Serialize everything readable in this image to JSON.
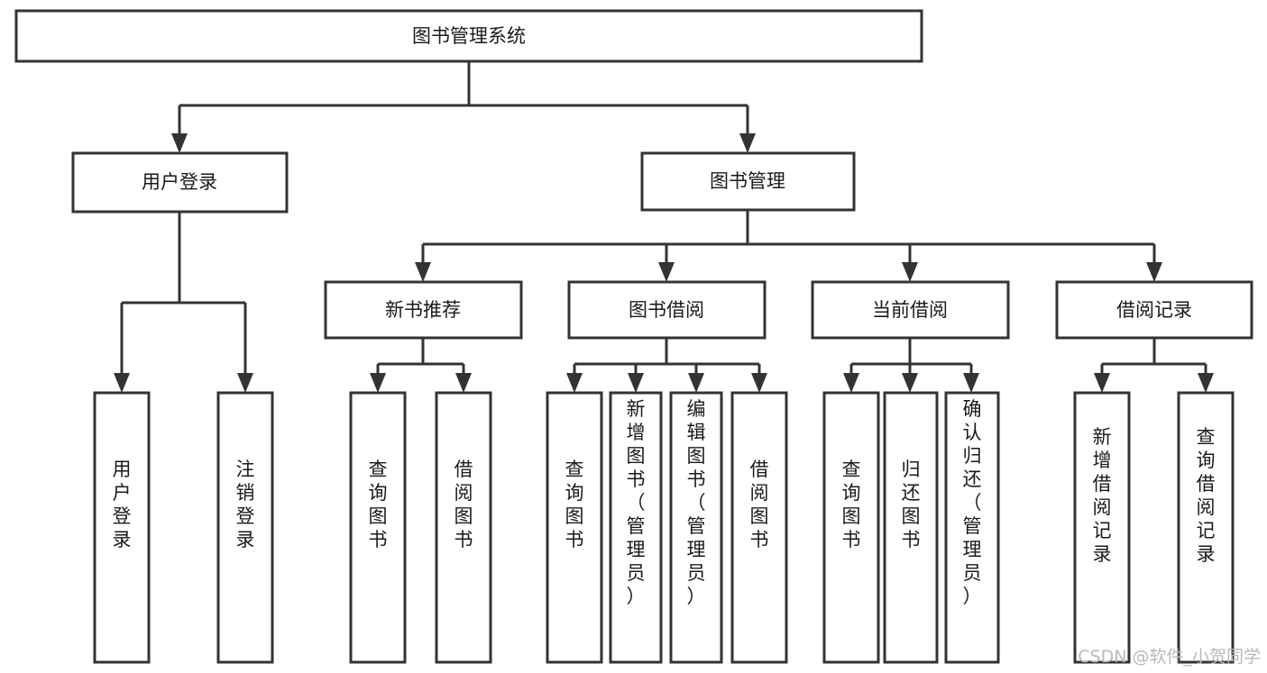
{
  "diagram": {
    "title": "图书管理系统",
    "type": "tree",
    "orientation": "top-down",
    "colors": {
      "background": "#ffffff",
      "box_fill": "#ffffff",
      "box_stroke": "#333333",
      "connector": "#333333",
      "text": "#1a1a1a",
      "watermark": "#b8b8b8"
    },
    "root": {
      "label": "图书管理系统"
    },
    "level2": [
      {
        "label": "用户登录"
      },
      {
        "label": "图书管理"
      }
    ],
    "level3": [
      {
        "label": "新书推荐"
      },
      {
        "label": "图书借阅"
      },
      {
        "label": "当前借阅"
      },
      {
        "label": "借阅记录"
      }
    ],
    "leaves": {
      "user_login": [
        {
          "label": "用户登录"
        },
        {
          "label": "注销登录"
        }
      ],
      "new_book_recommend": [
        {
          "label": "查询图书"
        },
        {
          "label": "借阅图书"
        }
      ],
      "book_borrow": [
        {
          "label": "查询图书"
        },
        {
          "label": "新增图书（管理员）"
        },
        {
          "label": "编辑图书（管理员）"
        },
        {
          "label": "借阅图书"
        }
      ],
      "current_borrow": [
        {
          "label": "查询图书"
        },
        {
          "label": "归还图书"
        },
        {
          "label": "确认归还（管理员）"
        }
      ],
      "borrow_record": [
        {
          "label": "新增借阅记录"
        },
        {
          "label": "查询借阅记录"
        }
      ]
    },
    "watermark": "CSDN @软件_小贺同学"
  }
}
